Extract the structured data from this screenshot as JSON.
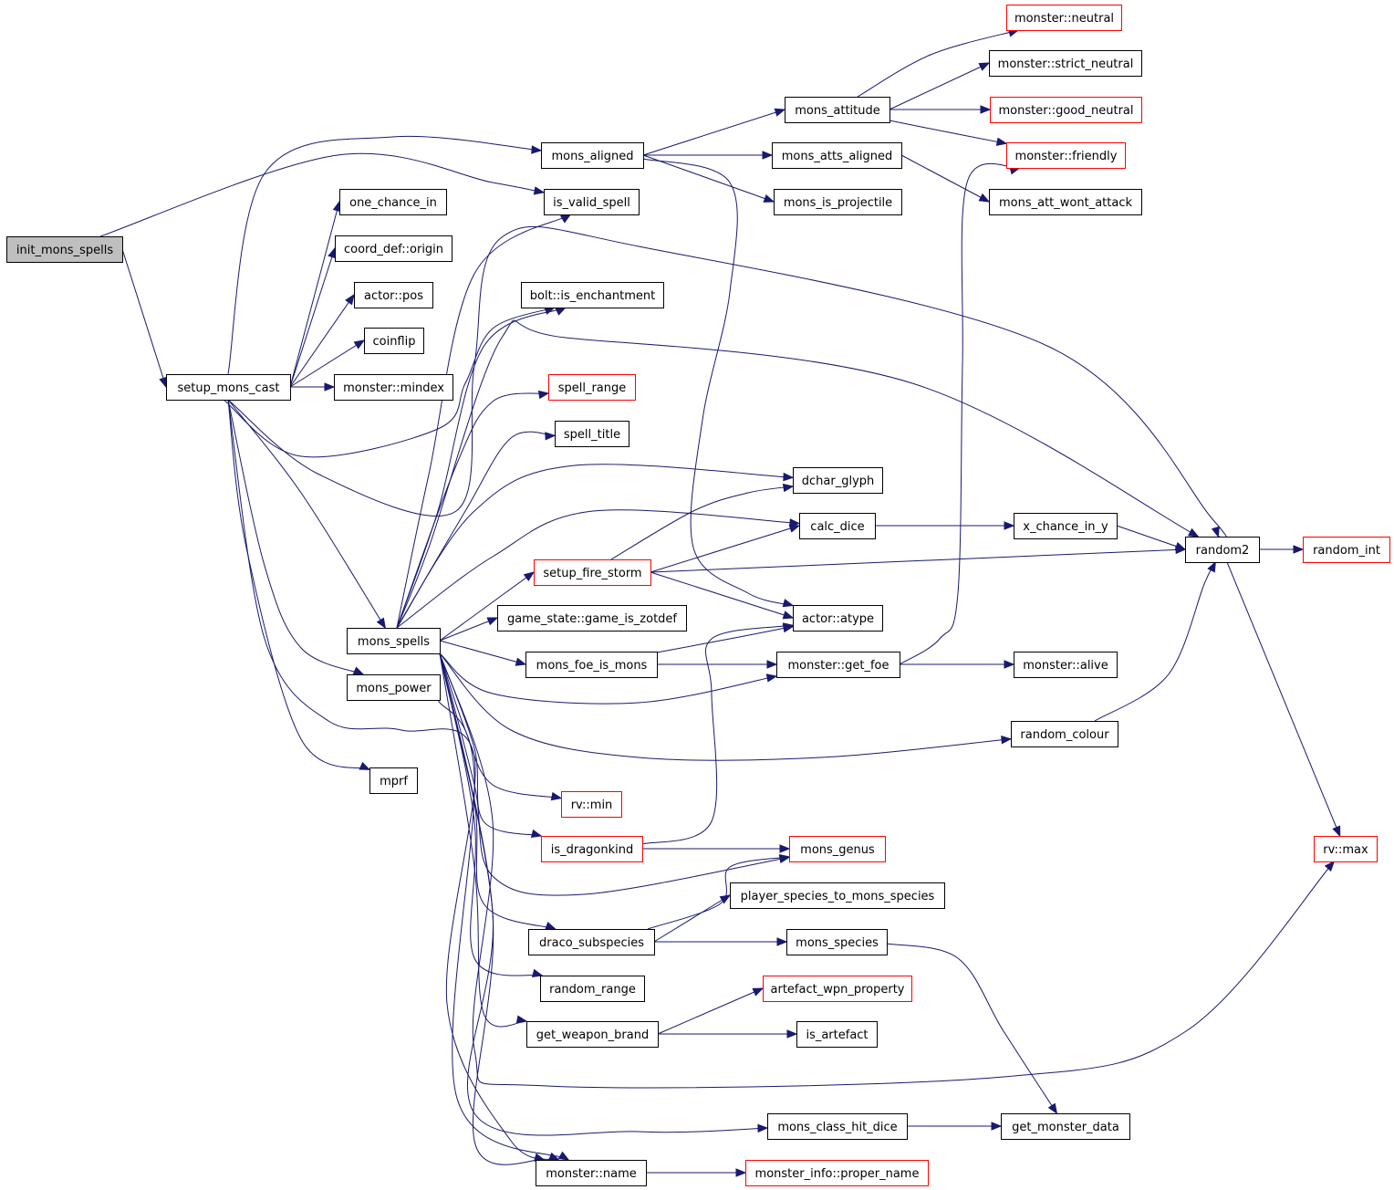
{
  "colors": {
    "edge": "#191970",
    "root_fill": "#bfbfbf",
    "node_border": "#000000",
    "external_border": "#ff0000",
    "background": "#ffffff"
  },
  "nodes": [
    {
      "id": "init_mons_spells",
      "label": "init_mons_spells",
      "style": "root"
    },
    {
      "id": "setup_mons_cast",
      "label": "setup_mons_cast",
      "style": "normal"
    },
    {
      "id": "mons_aligned",
      "label": "mons_aligned",
      "style": "normal"
    },
    {
      "id": "is_valid_spell",
      "label": "is_valid_spell",
      "style": "normal"
    },
    {
      "id": "one_chance_in",
      "label": "one_chance_in",
      "style": "normal"
    },
    {
      "id": "coord_origin",
      "label": "coord_def::origin",
      "style": "normal"
    },
    {
      "id": "actor_pos",
      "label": "actor::pos",
      "style": "normal"
    },
    {
      "id": "coinflip",
      "label": "coinflip",
      "style": "normal"
    },
    {
      "id": "monster_mindex",
      "label": "monster::mindex",
      "style": "normal"
    },
    {
      "id": "mons_spells",
      "label": "mons_spells",
      "style": "normal"
    },
    {
      "id": "mons_power",
      "label": "mons_power",
      "style": "normal"
    },
    {
      "id": "mprf",
      "label": "mprf",
      "style": "normal"
    },
    {
      "id": "mons_attitude",
      "label": "mons_attitude",
      "style": "normal"
    },
    {
      "id": "mons_atts_aligned",
      "label": "mons_atts_aligned",
      "style": "normal"
    },
    {
      "id": "mons_is_projectile",
      "label": "mons_is_projectile",
      "style": "normal"
    },
    {
      "id": "monster_neutral",
      "label": "monster::neutral",
      "style": "external"
    },
    {
      "id": "monster_strict_neutral",
      "label": "monster::strict_neutral",
      "style": "normal"
    },
    {
      "id": "monster_good_neutral",
      "label": "monster::good_neutral",
      "style": "external"
    },
    {
      "id": "monster_friendly",
      "label": "monster::friendly",
      "style": "external"
    },
    {
      "id": "mons_att_wont_attack",
      "label": "mons_att_wont_attack",
      "style": "normal"
    },
    {
      "id": "bolt_is_enchantment",
      "label": "bolt::is_enchantment",
      "style": "normal"
    },
    {
      "id": "spell_range",
      "label": "spell_range",
      "style": "external"
    },
    {
      "id": "spell_title",
      "label": "spell_title",
      "style": "normal"
    },
    {
      "id": "dchar_glyph",
      "label": "dchar_glyph",
      "style": "normal"
    },
    {
      "id": "calc_dice",
      "label": "calc_dice",
      "style": "normal"
    },
    {
      "id": "setup_fire_storm",
      "label": "setup_fire_storm",
      "style": "external"
    },
    {
      "id": "x_chance_in_y",
      "label": "x_chance_in_y",
      "style": "normal"
    },
    {
      "id": "random2",
      "label": "random2",
      "style": "normal"
    },
    {
      "id": "random_int",
      "label": "random_int",
      "style": "external"
    },
    {
      "id": "game_is_zotdef",
      "label": "game_state::game_is_zotdef",
      "style": "normal"
    },
    {
      "id": "actor_atype",
      "label": "actor::atype",
      "style": "normal"
    },
    {
      "id": "mons_foe_is_mons",
      "label": "mons_foe_is_mons",
      "style": "normal"
    },
    {
      "id": "monster_get_foe",
      "label": "monster::get_foe",
      "style": "normal"
    },
    {
      "id": "monster_alive",
      "label": "monster::alive",
      "style": "normal"
    },
    {
      "id": "random_colour",
      "label": "random_colour",
      "style": "normal"
    },
    {
      "id": "rv_min",
      "label": "rv::min",
      "style": "external"
    },
    {
      "id": "is_dragonkind",
      "label": "is_dragonkind",
      "style": "external"
    },
    {
      "id": "mons_genus",
      "label": "mons_genus",
      "style": "external"
    },
    {
      "id": "rv_max",
      "label": "rv::max",
      "style": "external"
    },
    {
      "id": "player_species_to_mons_species",
      "label": "player_species_to_mons_species",
      "style": "normal"
    },
    {
      "id": "draco_subspecies",
      "label": "draco_subspecies",
      "style": "normal"
    },
    {
      "id": "mons_species",
      "label": "mons_species",
      "style": "normal"
    },
    {
      "id": "random_range",
      "label": "random_range",
      "style": "normal"
    },
    {
      "id": "artefact_wpn_property",
      "label": "artefact_wpn_property",
      "style": "external"
    },
    {
      "id": "get_weapon_brand",
      "label": "get_weapon_brand",
      "style": "normal"
    },
    {
      "id": "is_artefact",
      "label": "is_artefact",
      "style": "normal"
    },
    {
      "id": "mons_class_hit_dice",
      "label": "mons_class_hit_dice",
      "style": "normal"
    },
    {
      "id": "get_monster_data",
      "label": "get_monster_data",
      "style": "normal"
    },
    {
      "id": "monster_name",
      "label": "monster::name",
      "style": "normal"
    },
    {
      "id": "proper_name",
      "label": "monster_info::proper_name",
      "style": "external"
    }
  ],
  "edges": [
    [
      "init_mons_spells",
      "is_valid_spell"
    ],
    [
      "init_mons_spells",
      "setup_mons_cast"
    ],
    [
      "setup_mons_cast",
      "mons_aligned"
    ],
    [
      "setup_mons_cast",
      "one_chance_in"
    ],
    [
      "setup_mons_cast",
      "coord_origin"
    ],
    [
      "setup_mons_cast",
      "actor_pos"
    ],
    [
      "setup_mons_cast",
      "coinflip"
    ],
    [
      "setup_mons_cast",
      "monster_mindex"
    ],
    [
      "setup_mons_cast",
      "bolt_is_enchantment"
    ],
    [
      "setup_mons_cast",
      "mons_spells"
    ],
    [
      "setup_mons_cast",
      "mons_power"
    ],
    [
      "setup_mons_cast",
      "mprf"
    ],
    [
      "setup_mons_cast",
      "monster_name"
    ],
    [
      "setup_mons_cast",
      "random2"
    ],
    [
      "mons_aligned",
      "mons_attitude"
    ],
    [
      "mons_aligned",
      "mons_atts_aligned"
    ],
    [
      "mons_aligned",
      "mons_is_projectile"
    ],
    [
      "mons_aligned",
      "actor_atype"
    ],
    [
      "mons_attitude",
      "monster_neutral"
    ],
    [
      "mons_attitude",
      "monster_strict_neutral"
    ],
    [
      "mons_attitude",
      "monster_good_neutral"
    ],
    [
      "mons_attitude",
      "monster_friendly"
    ],
    [
      "mons_atts_aligned",
      "mons_att_wont_attack"
    ],
    [
      "mons_spells",
      "is_valid_spell"
    ],
    [
      "mons_spells",
      "bolt_is_enchantment"
    ],
    [
      "mons_spells",
      "spell_range"
    ],
    [
      "mons_spells",
      "spell_title"
    ],
    [
      "mons_spells",
      "dchar_glyph"
    ],
    [
      "mons_spells",
      "calc_dice"
    ],
    [
      "mons_spells",
      "setup_fire_storm"
    ],
    [
      "mons_spells",
      "game_is_zotdef"
    ],
    [
      "mons_spells",
      "mons_foe_is_mons"
    ],
    [
      "mons_spells",
      "monster_get_foe"
    ],
    [
      "mons_spells",
      "random_colour"
    ],
    [
      "mons_spells",
      "random2"
    ],
    [
      "mons_spells",
      "rv_min"
    ],
    [
      "mons_spells",
      "is_dragonkind"
    ],
    [
      "mons_spells",
      "mons_genus"
    ],
    [
      "mons_spells",
      "draco_subspecies"
    ],
    [
      "mons_spells",
      "random_range"
    ],
    [
      "mons_spells",
      "get_weapon_brand"
    ],
    [
      "mons_spells",
      "rv_max"
    ],
    [
      "mons_spells",
      "mons_class_hit_dice"
    ],
    [
      "mons_spells",
      "monster_name"
    ],
    [
      "mons_power",
      "monster_name"
    ],
    [
      "setup_fire_storm",
      "dchar_glyph"
    ],
    [
      "setup_fire_storm",
      "calc_dice"
    ],
    [
      "setup_fire_storm",
      "random2"
    ],
    [
      "setup_fire_storm",
      "actor_atype"
    ],
    [
      "calc_dice",
      "x_chance_in_y"
    ],
    [
      "x_chance_in_y",
      "random2"
    ],
    [
      "random2",
      "random_int"
    ],
    [
      "random2",
      "rv_max"
    ],
    [
      "mons_foe_is_mons",
      "actor_atype"
    ],
    [
      "mons_foe_is_mons",
      "monster_get_foe"
    ],
    [
      "monster_get_foe",
      "monster_alive"
    ],
    [
      "monster_get_foe",
      "monster_friendly"
    ],
    [
      "random_colour",
      "random2"
    ],
    [
      "is_dragonkind",
      "mons_genus"
    ],
    [
      "is_dragonkind",
      "actor_atype"
    ],
    [
      "draco_subspecies",
      "mons_genus"
    ],
    [
      "draco_subspecies",
      "player_species_to_mons_species"
    ],
    [
      "draco_subspecies",
      "mons_species"
    ],
    [
      "mons_species",
      "get_monster_data"
    ],
    [
      "get_weapon_brand",
      "artefact_wpn_property"
    ],
    [
      "get_weapon_brand",
      "is_artefact"
    ],
    [
      "mons_class_hit_dice",
      "get_monster_data"
    ],
    [
      "monster_name",
      "proper_name"
    ]
  ]
}
